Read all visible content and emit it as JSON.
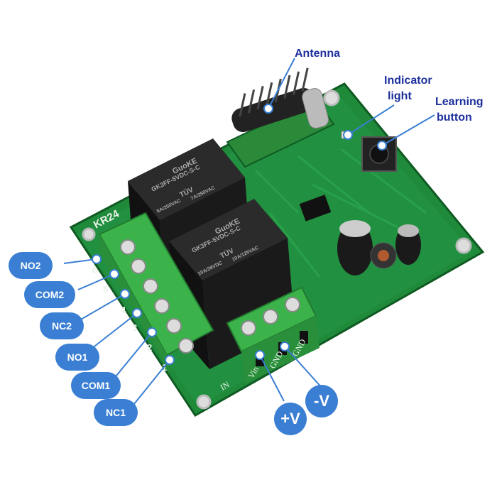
{
  "callouts": {
    "antenna": "Antenna",
    "indicator_1": "Indicator",
    "indicator_2": "light",
    "learning_1": "Learning",
    "learning_2": "button"
  },
  "pins": {
    "no2": "NO2",
    "com2": "COM2",
    "nc2": "NC2",
    "no1": "NO1",
    "com1": "COM1",
    "nc1": "NC1",
    "vplus": "+V",
    "vminus": "-V"
  },
  "board": {
    "model": "KR24",
    "relay_brand": "GuoKE",
    "relay_model": "GK3FF-5VDC-S-C",
    "relay_rating_1": "5A/250VAC",
    "relay_rating_2": "10A/28VDC",
    "relay_rating_3": "7A/250VAC",
    "relay_rating_4": "10A/125VAC",
    "tuv": "TÜV",
    "terminal_numbers": [
      "6",
      "5",
      "4",
      "3",
      "2",
      "1"
    ],
    "power_in": "IN",
    "power_vin": "Vin",
    "power_gnd": "GND",
    "power_gnd2": "GND"
  },
  "colors": {
    "pcb": "#1f8a3a",
    "terminal": "#3bb34a",
    "relay": "#1a1a1a",
    "pin": "#3a7fd3",
    "callout_text": "#1c2f9c",
    "leader": "#3a7fd3"
  }
}
